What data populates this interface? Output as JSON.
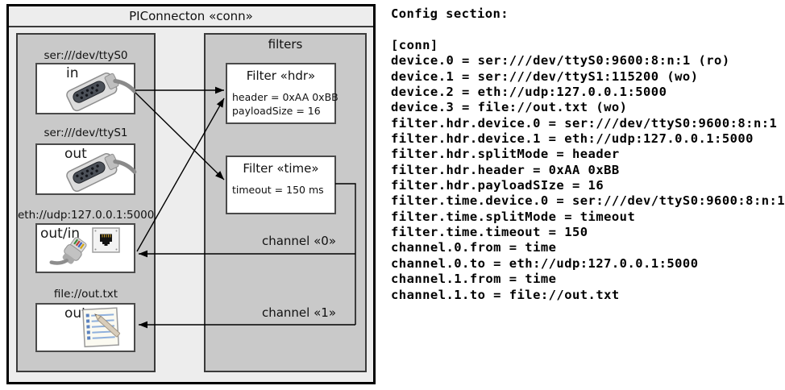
{
  "diagram": {
    "title": "PIConnecton «conn»",
    "devices_group": {
      "devices": [
        {
          "label": "ser:///dev/ttyS0",
          "port": "in",
          "icon": "serial-connector-icon"
        },
        {
          "label": "ser:///dev/ttyS1",
          "port": "out",
          "icon": "serial-connector-icon"
        },
        {
          "label": "eth://udp:127.0.0.1:5000",
          "port": "out/in",
          "icon": "ethernet-connector-icon"
        },
        {
          "label": "file://out.txt",
          "port": "out",
          "icon": "notepad-icon"
        }
      ]
    },
    "filters_group": {
      "title": "filters",
      "filters": [
        {
          "title": "Filter «hdr»",
          "params": [
            "header = 0xAA 0xBB",
            "payloadSize = 16"
          ]
        },
        {
          "title": "Filter «time»",
          "params": [
            "timeout = 150 ms"
          ]
        }
      ]
    },
    "channels": [
      {
        "label": "channel «0»"
      },
      {
        "label": "channel «1»"
      }
    ]
  },
  "config": {
    "heading": "Config section:",
    "lines": [
      "[conn]",
      "device.0 = ser:///dev/ttyS0:9600:8:n:1 (ro)",
      "device.1 = ser:///dev/ttyS1:115200 (wo)",
      "device.2 = eth://udp:127.0.0.1:5000",
      "device.3 = file://out.txt (wo)",
      "filter.hdr.device.0 = ser:///dev/ttyS0:9600:8:n:1",
      "filter.hdr.device.1 = eth://udp:127.0.0.1:5000",
      "filter.hdr.splitMode = header",
      "filter.hdr.header = 0xAA 0xBB",
      "filter.hdr.payloadSIze = 16",
      "filter.time.device.0 = ser:///dev/ttyS0:9600:8:n:1",
      "filter.time.splitMode = timeout",
      "filter.time.timeout = 150",
      "channel.0.from = time",
      "channel.0.to = eth://udp:127.0.0.1:5000",
      "channel.1.from = time",
      "channel.1.to = file://out.txt"
    ]
  },
  "colors": {
    "canvas_fill": "#ededed",
    "group_fill": "#c9c9c9",
    "box_fill": "#ffffff",
    "group_border": "#3a3a3a",
    "outer_border": "#000000",
    "line_color": "#000000"
  }
}
